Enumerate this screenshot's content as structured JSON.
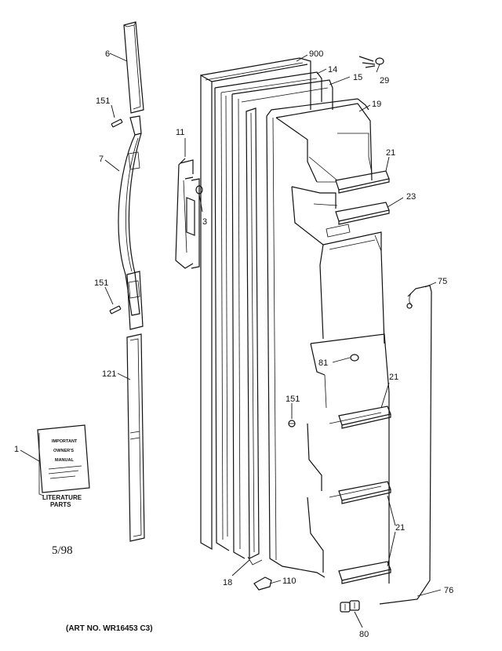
{
  "diagram": {
    "callouts": {
      "c6": "6",
      "c151a": "151",
      "c7": "7",
      "c151b": "151",
      "c121": "121",
      "c1": "1",
      "c11": "11",
      "c3": "3",
      "c900": "900",
      "c14": "14",
      "c15": "15",
      "c29": "29",
      "c19": "19",
      "c21a": "21",
      "c23": "23",
      "c75": "75",
      "c81": "81",
      "c21b": "21",
      "c151c": "151",
      "c21c": "21",
      "c18": "18",
      "c110": "110",
      "c76": "76",
      "c80": "80"
    },
    "literature_label_line1": "LITERATURE",
    "literature_label_line2": "PARTS",
    "booklet_lines": [
      "IMPORTANT",
      "OWNER'S",
      "MANUAL"
    ],
    "revision_date": "5/98",
    "art_number": "(ART NO. WR16453 C3)"
  }
}
